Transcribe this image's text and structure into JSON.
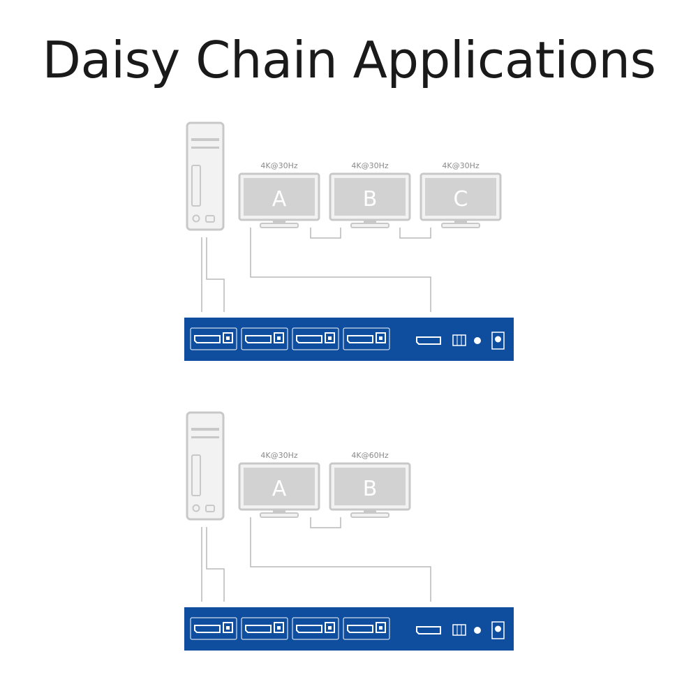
{
  "title": "Daisy Chain Applications",
  "colors": {
    "kvm_blue": "#0f4e9e",
    "device_gray": "#c8c8c8",
    "device_fill": "#f2f2f2",
    "screen_fill": "#d2d2d2",
    "line_gray": "#b8b8b8",
    "label_gray": "#8a8a8a"
  },
  "diagrams": [
    {
      "monitors": [
        {
          "letter": "A",
          "resolution": "4K@30Hz"
        },
        {
          "letter": "B",
          "resolution": "4K@30Hz"
        },
        {
          "letter": "C",
          "resolution": "4K@30Hz"
        }
      ]
    },
    {
      "monitors": [
        {
          "letter": "A",
          "resolution": "4K@30Hz"
        },
        {
          "letter": "B",
          "resolution": "4K@60Hz"
        }
      ]
    }
  ],
  "icons": {
    "computer": "tower-pc-icon",
    "monitor": "monitor-icon",
    "displayport": "displayport-port-icon",
    "usb_b": "usb-b-port-icon",
    "dip_switch": "dip-switch-icon",
    "led": "led-indicator-icon",
    "power": "power-jack-icon"
  }
}
